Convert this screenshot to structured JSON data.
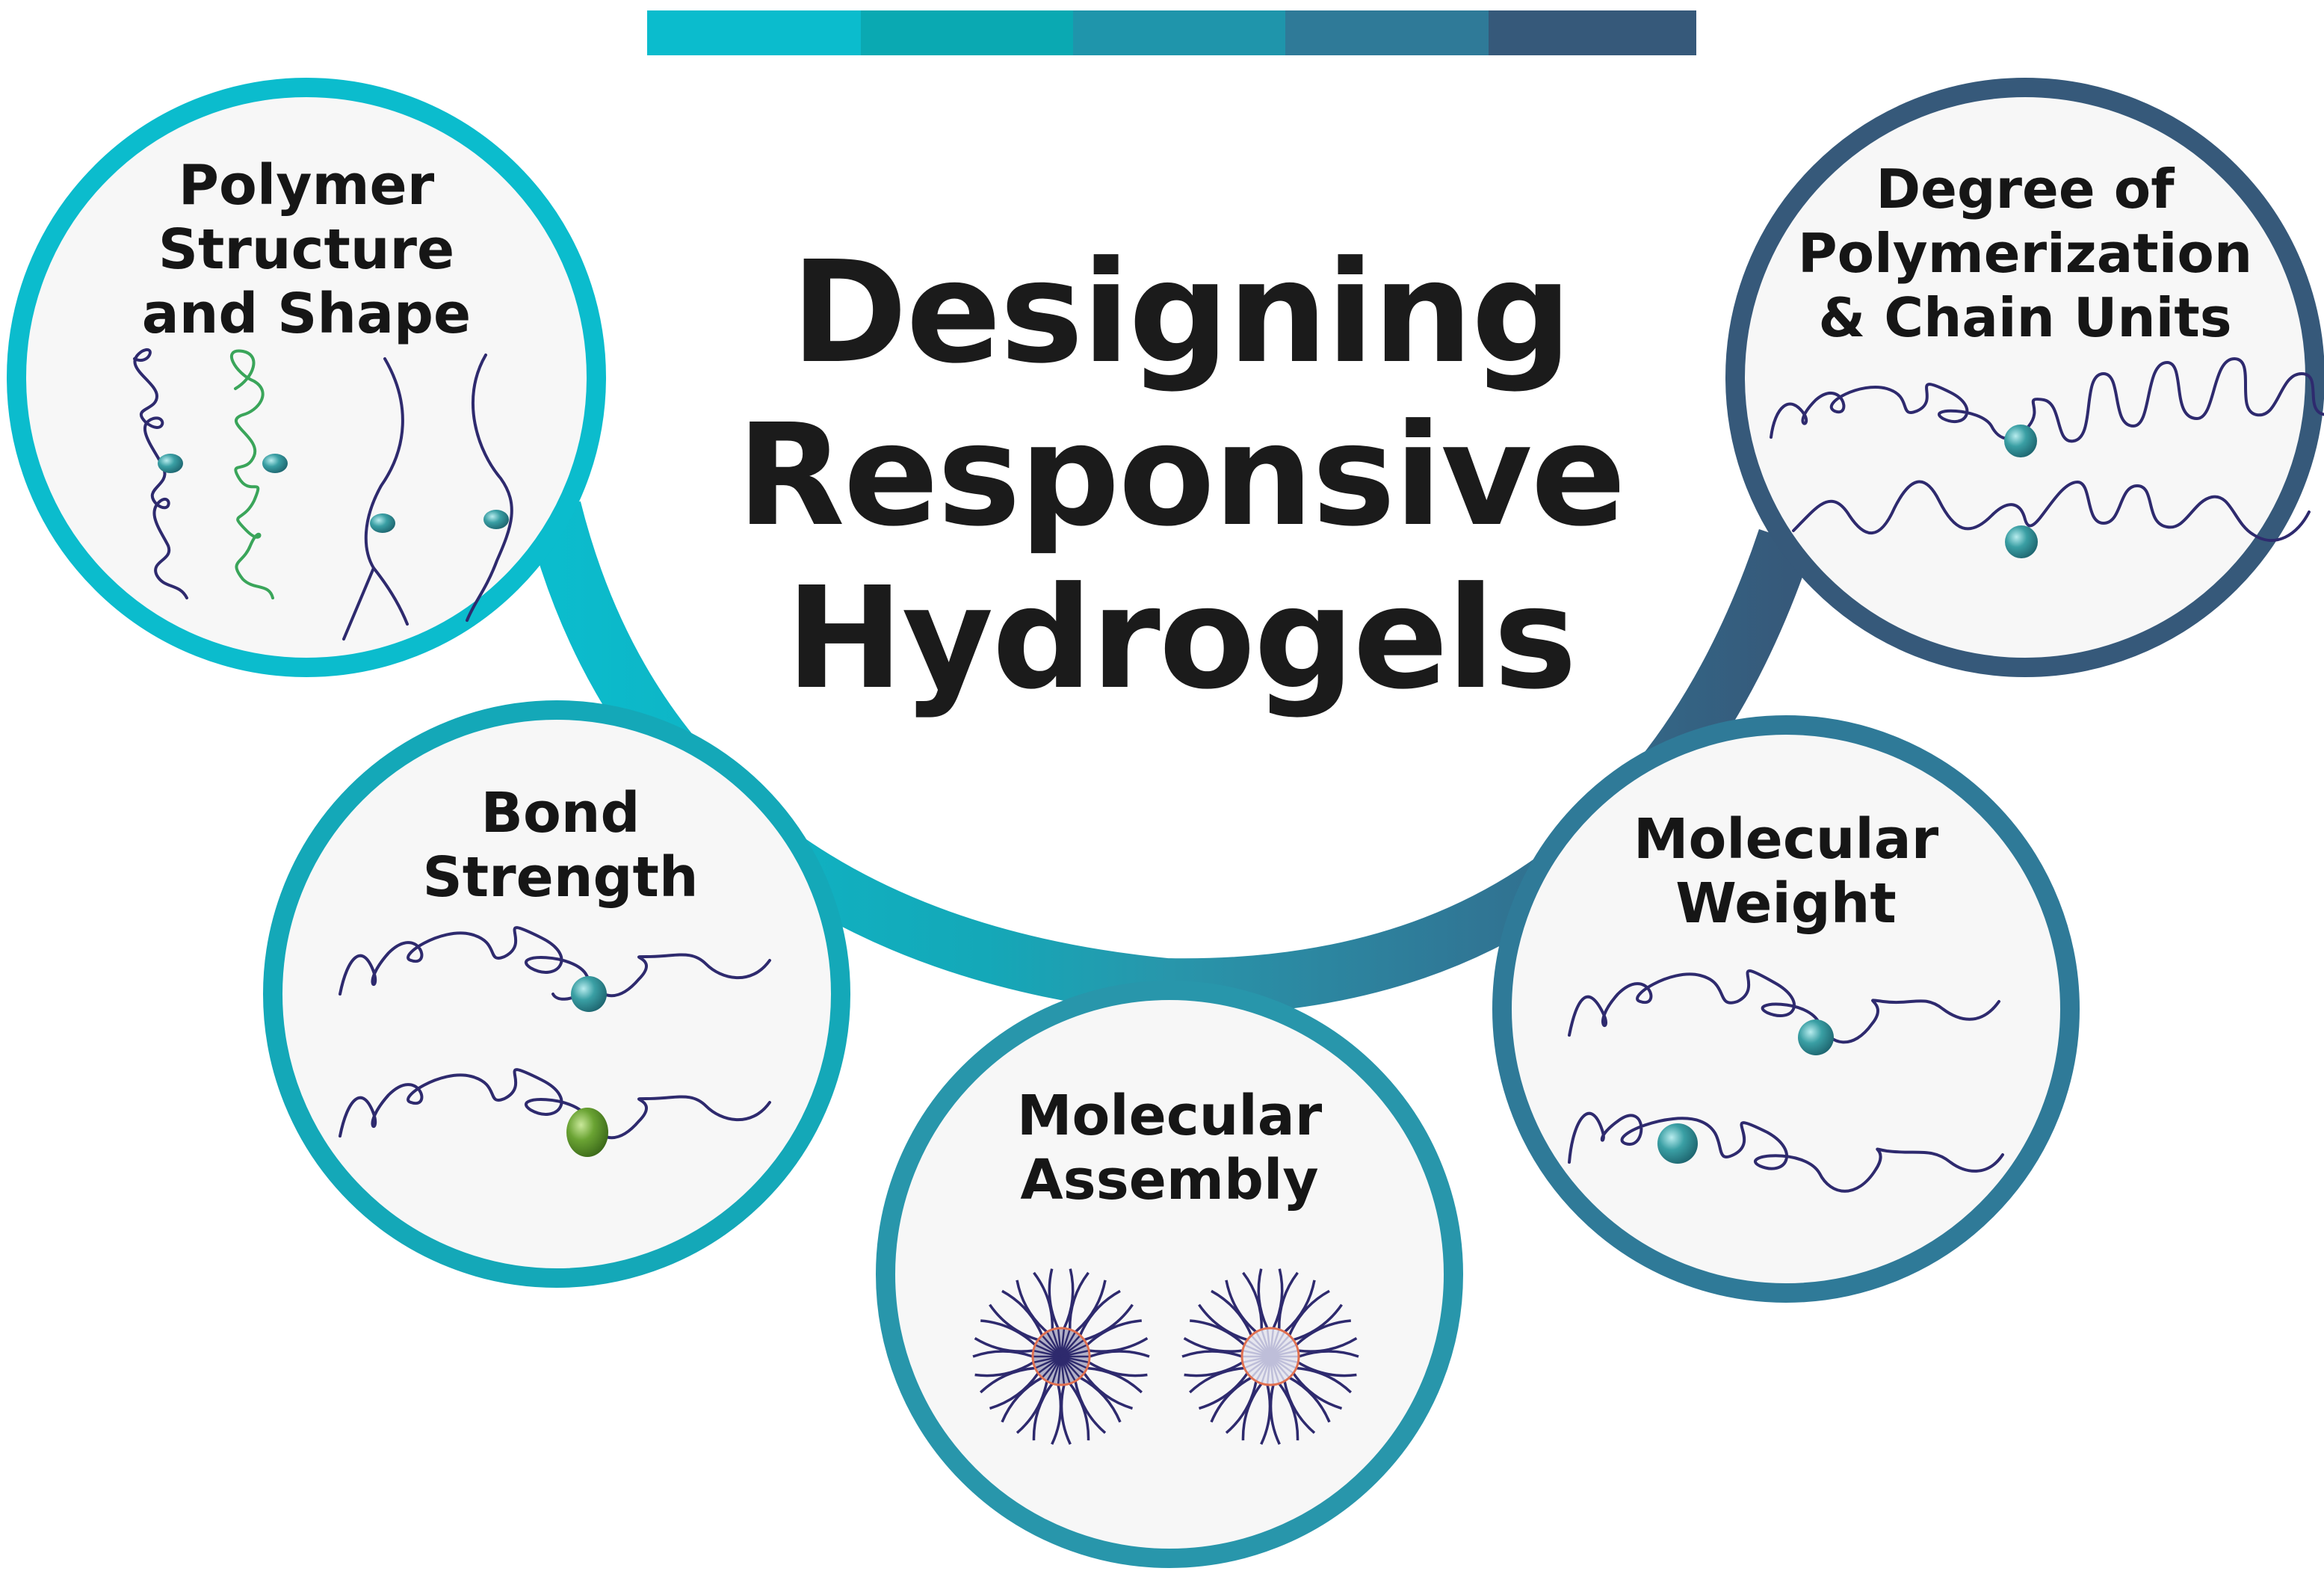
{
  "title": {
    "lines": [
      "Designing",
      "Responsive",
      "Hydrogels"
    ]
  },
  "colors": {
    "teal_light": "#0bbccd",
    "teal_mid": "#14a8b8",
    "teal_blue": "#2896ab",
    "steel_blue": "#2f7a98",
    "navy_slate": "#36597a",
    "chain": "#2e2a6e",
    "chain_green": "#3aa55a",
    "bead_teal": "#3a9fa4",
    "bead_green": "#6aa333",
    "core_red": "#e07050",
    "circle_fill": "#f7f7f7"
  },
  "top_bar": {
    "segments": [
      "#0bbccd",
      "#0aa9b2",
      "#1f95ab",
      "#2f7a98",
      "#36597a"
    ]
  },
  "nodes": [
    {
      "id": "polymer-structure",
      "lines": [
        "Polymer",
        "Structure",
        "and Shape"
      ],
      "ring_color": "#0bbccd"
    },
    {
      "id": "bond-strength",
      "lines": [
        "Bond",
        "Strength"
      ],
      "ring_color": "#14a8b8"
    },
    {
      "id": "molecular-assembly",
      "lines": [
        "Molecular",
        "Assembly"
      ],
      "ring_color": "#2896ab"
    },
    {
      "id": "molecular-weight",
      "lines": [
        "Molecular",
        "Weight"
      ],
      "ring_color": "#2f7a98"
    },
    {
      "id": "degree-of-polymerization",
      "lines": [
        "Degree of",
        "Polymerization",
        "& Chain Units"
      ],
      "ring_color": "#36597a"
    }
  ]
}
